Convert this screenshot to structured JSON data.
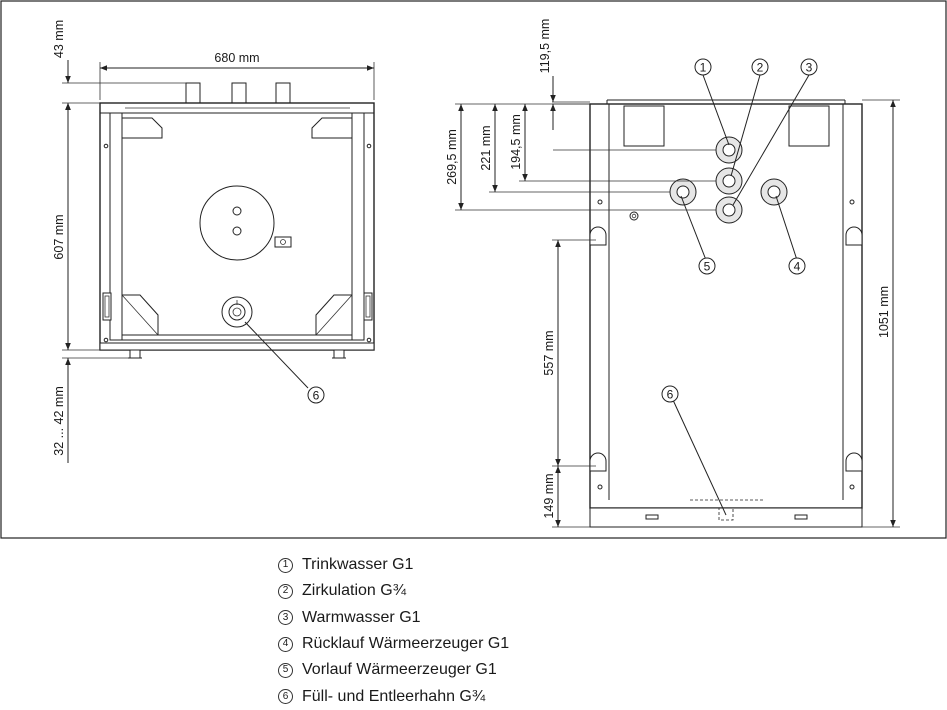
{
  "dimensions": {
    "top_gap": "43 mm",
    "width": "680 mm",
    "height_left": "607 mm",
    "feet": "32 ... 42 mm",
    "top_offset": "119,5 mm",
    "d_269": "269,5 mm",
    "d_221": "221 mm",
    "d_194": "194,5 mm",
    "total_height": "1051 mm",
    "d_557": "557 mm",
    "d_149": "149 mm"
  },
  "callouts": {
    "c1": "1",
    "c2": "2",
    "c3": "3",
    "c4": "4",
    "c5": "5",
    "c6_left": "6",
    "c6_right": "6"
  },
  "legend": [
    {
      "num": "1",
      "label": "Trinkwasser G1"
    },
    {
      "num": "2",
      "label": "Zirkulation G¾"
    },
    {
      "num": "3",
      "label": "Warmwasser G1"
    },
    {
      "num": "4",
      "label": "Rücklauf Wärmeerzeuger G1"
    },
    {
      "num": "5",
      "label": "Vorlauf Wärmeerzeuger G1"
    },
    {
      "num": "6",
      "label": "Füll- und Entleerhahn G¾"
    }
  ]
}
